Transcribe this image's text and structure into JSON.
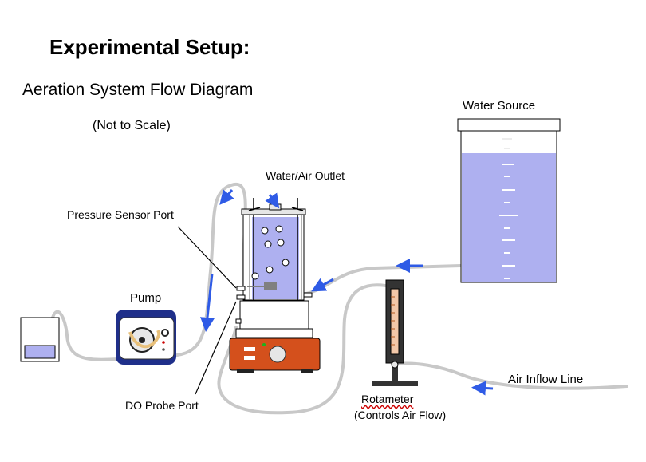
{
  "title": "Experimental Setup:",
  "subtitle": "Aeration System Flow Diagram",
  "note": "(Not to Scale)",
  "labels": {
    "water_source": "Water Source",
    "outlet": "Water/Air Outlet",
    "pressure_port": "Pressure Sensor Port",
    "pump": "Pump",
    "do_probe": "DO Probe Port",
    "rotameter": "Rotameter",
    "rotameter_note": "(Controls Air Flow)",
    "air_inflow": "Air Inflow Line"
  },
  "colors": {
    "water": "#aeb0f0",
    "arrow": "#2f5be6",
    "tube": "#cfcfcf",
    "stir_plate": "#d4501c",
    "pump_body": "#1f2f8a"
  }
}
